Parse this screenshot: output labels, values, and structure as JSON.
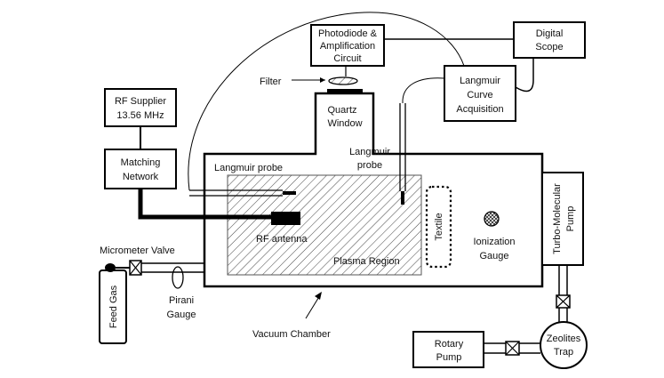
{
  "labels": {
    "photodiode": [
      "Photodiode &",
      "Amplification",
      "Circuit"
    ],
    "digital_scope": [
      "Digital",
      "Scope"
    ],
    "langmuir_acq": [
      "Langmuir",
      "Curve",
      "Acquisition"
    ],
    "filter": "Filter",
    "quartz_window": [
      "Quartz",
      "Window"
    ],
    "rf_supplier": [
      "RF Supplier",
      "13.56 MHz"
    ],
    "matching_network": [
      "Matching",
      "Network"
    ],
    "langmuir_probe_left": "Langmuir probe",
    "langmuir_probe_right": [
      "Langmuir",
      "probe"
    ],
    "rf_antenna": "RF antenna",
    "plasma_region": "Plasma Region",
    "textile": "Textile",
    "ionization_gauge": [
      "Ionization",
      "Gauge"
    ],
    "turbo_pump": [
      "Turbo-Molecular",
      "Pump"
    ],
    "micrometer_valve": "Micrometer Valve",
    "feed_gas": "Feed Gas",
    "pirani_gauge": [
      "Pirani",
      "Gauge"
    ],
    "vacuum_chamber": "Vacuum Chamber",
    "rotary_pump": [
      "Rotary",
      "Pump"
    ],
    "zeolites_trap": [
      "Zeolites",
      "Trap"
    ]
  }
}
